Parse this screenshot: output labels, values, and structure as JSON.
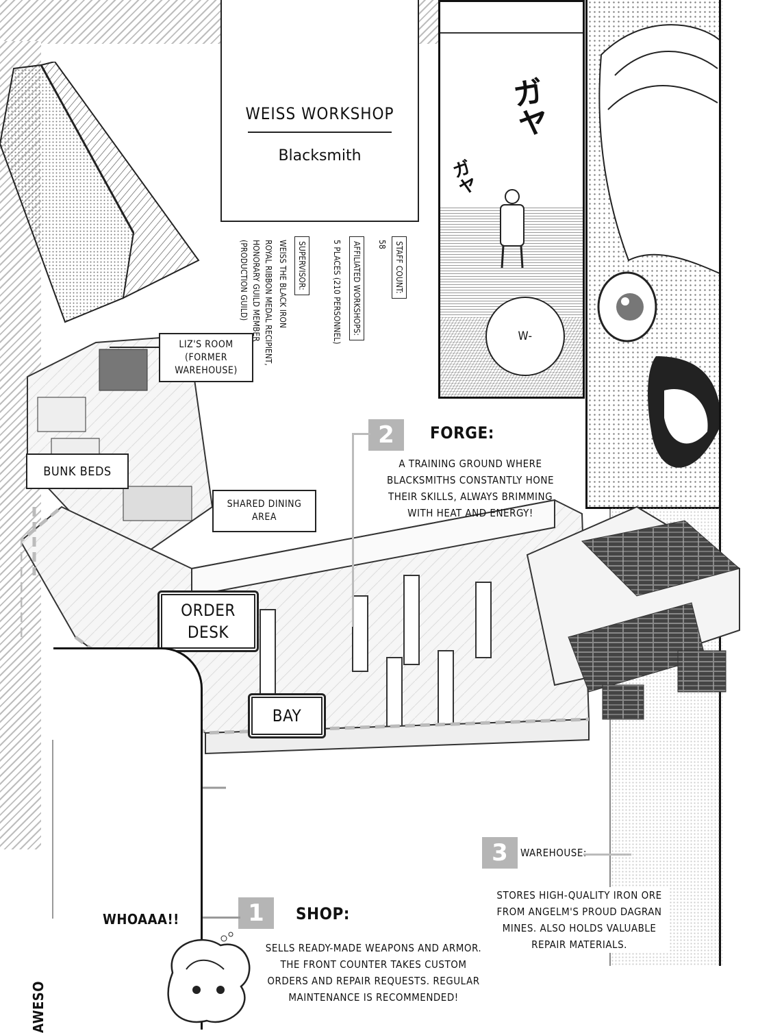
{
  "header": {
    "title": "WEISS WORKSHOP",
    "subtitle": "Blacksmith"
  },
  "info": {
    "staff_label": "STAFF COUNT:",
    "staff_value": "58",
    "affiliated_label": "AFFILIATED WORKSHOPS:",
    "affiliated_value": "5 PLACES (210 PERSONNEL)",
    "supervisor_label": "SUPERVISOR:",
    "supervisor_name": "WEISS THE BLACK IRON",
    "supervisor_line2": "ROYAL RIBBON MEDAL RECIPIENT,",
    "supervisor_line3": "HONORARY GUILD MEMBER",
    "supervisor_line4": "(PRODUCTION GUILD)"
  },
  "labels": {
    "liz_room": "LIZ'S ROOM (FORMER WAREHOUSE)",
    "bunk_beds": "BUNK BEDS",
    "dining": "SHARED DINING AREA",
    "order_desk": "ORDER DESK",
    "bay": "BAY"
  },
  "sections": {
    "forge": {
      "number": "2",
      "title": "FORGE:",
      "desc": "A TRAINING GROUND WHERE BLACKSMITHS CONSTANTLY HONE THEIR SKILLS, ALWAYS BRIMMING WITH HEAT AND ENERGY!"
    },
    "warehouse": {
      "number": "3",
      "title": "WAREHOUSE:",
      "desc": "STORES HIGH-QUALITY IRON ORE FROM ANGELM'S PROUD DAGRAN MINES. ALSO HOLDS VALUABLE REPAIR MATERIALS."
    },
    "shop": {
      "number": "1",
      "title": "SHOP:",
      "desc": "SELLS READY-MADE WEAPONS AND ARMOR. THE FRONT COUNTER TAKES CUSTOM ORDERS AND REPAIR REQUESTS. REGULAR MAINTENANCE IS RECOMMENDED!"
    }
  },
  "sfx": {
    "gaya1": "ガヤ",
    "gaya2": "ガヤ",
    "speech": "W-",
    "whoaaa": "WHOAAA!!",
    "aweso": "AWESO"
  }
}
